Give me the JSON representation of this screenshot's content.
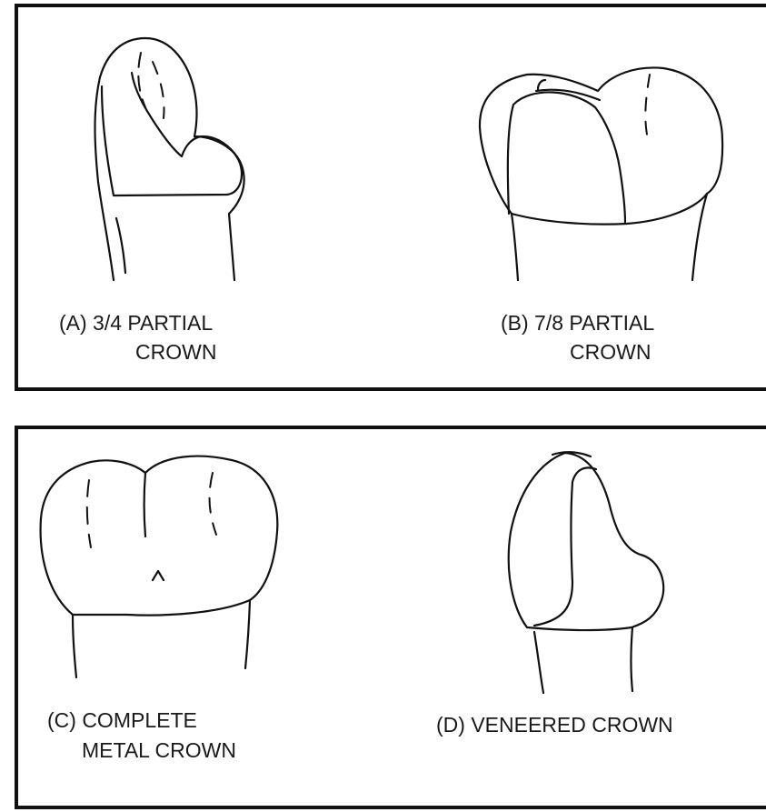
{
  "diagram": {
    "panels": [
      {
        "id": "A",
        "label_line1": "(A)  3/4  PARTIAL",
        "label_line2": "CROWN"
      },
      {
        "id": "B",
        "label_line1": "(B) 7/8 PARTIAL",
        "label_line2": "CROWN"
      },
      {
        "id": "C",
        "label_line1": "(C) COMPLETE",
        "label_line2": "METAL CROWN"
      },
      {
        "id": "D",
        "label_line1": "(D)  VENEERED CROWN",
        "label_line2": ""
      }
    ],
    "colors": {
      "line": "#111111",
      "text": "#1a1a1a",
      "background": "#ffffff"
    }
  }
}
